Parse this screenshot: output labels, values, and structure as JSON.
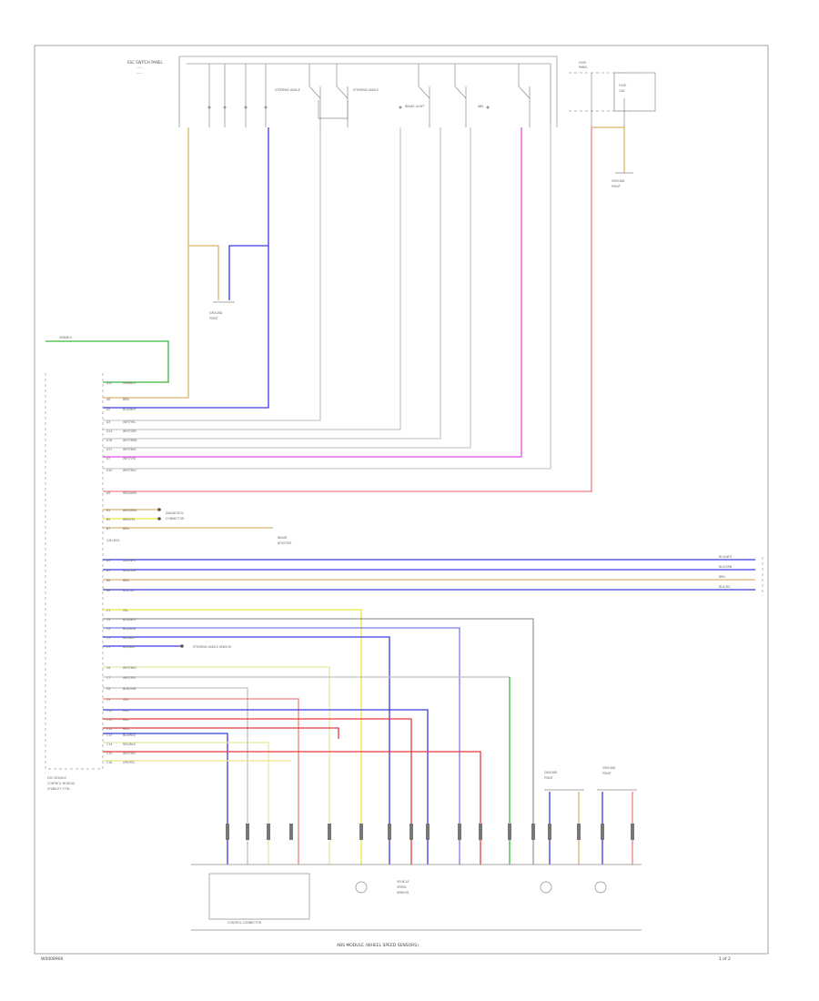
{
  "diagram": {
    "page_number": "1 of 2",
    "code": "W0008900"
  },
  "top_labels": {
    "switch_block": "ESC SWITCH PANEL",
    "blocks": [
      "STEERING ANGLE",
      "STEERING ANGLE",
      "BRAKE LIGHT",
      "ABS"
    ],
    "fuse_panel": [
      "FUSE",
      "PANEL"
    ],
    "fuse": [
      "FUSE",
      "10A"
    ],
    "ground_top": [
      "GROUND",
      "POINT"
    ],
    "ground_left": [
      "GROUND",
      "POINT"
    ]
  },
  "wires_left": {
    "top_group": [
      {
        "pin": "A15",
        "color": "GRN/BLU"
      },
      {
        "pin": "A6",
        "color": "BRN"
      },
      {
        "pin": "A2",
        "color": "BLU/WHT"
      },
      {
        "pin": "A3",
        "color": "WHT/YEL"
      },
      {
        "pin": "A14",
        "color": "WHT/GRY"
      },
      {
        "pin": "A16",
        "color": "WHT/BRN"
      },
      {
        "pin": "A11",
        "color": "WHT/BLK"
      },
      {
        "pin": "A7",
        "color": "WHT/VIO"
      },
      {
        "pin": "A10",
        "color": "WHT/BLU"
      },
      {
        "pin": "A9",
        "color": "RED/GRN"
      }
    ],
    "mid_group": [
      {
        "pin": "B3",
        "color": "BRN/GRN"
      },
      {
        "pin": "B4",
        "color": "BRN/YEL"
      },
      {
        "pin": "B7",
        "color": "BRN"
      }
    ],
    "can_group": [
      {
        "pin": "B9",
        "color": "BLU/WHT"
      },
      {
        "pin": "B5",
        "color": "BLU/GRN"
      },
      {
        "pin": "B6",
        "color": "BRN"
      },
      {
        "pin": "B8",
        "color": "BLU/YEL"
      }
    ],
    "bottom_group": [
      {
        "pin": "C1",
        "color": "YEL"
      },
      {
        "pin": "C4",
        "color": "BLK/WHT"
      },
      {
        "pin": "C2",
        "color": "BLU/BRN"
      },
      {
        "pin": "C5",
        "color": "BLU/BLU"
      },
      {
        "pin": "C3",
        "color": "BLU/BLU"
      },
      {
        "pin": "C6",
        "color": "WHT/BLK"
      },
      {
        "pin": "C7",
        "color": "WHT/YEL"
      },
      {
        "pin": "C8",
        "color": "BLK/GRN"
      },
      {
        "pin": "C9",
        "color": "GRY"
      },
      {
        "pin": "C10",
        "color": "RED"
      },
      {
        "pin": "C11",
        "color": "RED"
      },
      {
        "pin": "C12",
        "color": "RED"
      },
      {
        "pin": "C13",
        "color": "BLU/RED"
      },
      {
        "pin": "C14",
        "color": "RED/BLK"
      },
      {
        "pin": "C15",
        "color": "WHT/YEL"
      },
      {
        "pin": "C16",
        "color": "GRY/YEL"
      }
    ],
    "right_labels": [
      "BLU/WHT",
      "BLU/GRN",
      "BRN",
      "BLU/YEL"
    ]
  },
  "notes": {
    "green_wire_top": "GRN/BLU",
    "can_bus": "CAN BUS",
    "mid_component": [
      "DIAGNOSTIC",
      "CONNECTOR"
    ],
    "mid_splice": [
      "BRAKE",
      "BOOSTER"
    ],
    "splice_label": "STEERING ANGLE SENSOR",
    "module_left": [
      "ESC MODULE",
      "CONTROL MODULE",
      "STABILITY CTRL"
    ],
    "connector_names": [
      "VEHICLE",
      "SPEED",
      "SENSOR"
    ],
    "ground_right_a": [
      "GROUND",
      "POINT"
    ],
    "ground_right_b": [
      "GROUND",
      "POINT"
    ],
    "bottom_block": "CONTROL CONNECTOR",
    "bottom_title": "ABS MODULE (WHEEL SPEED SENSORS)"
  },
  "colors": {
    "yellow": "#e8e83a",
    "blue": "#3a3ae8",
    "red": "#e83a3a",
    "green": "#3ab83a",
    "pink": "#e84ae8",
    "tan": "#d9b36a",
    "salmon": "#f08080",
    "gray": "#b0b0b0"
  }
}
